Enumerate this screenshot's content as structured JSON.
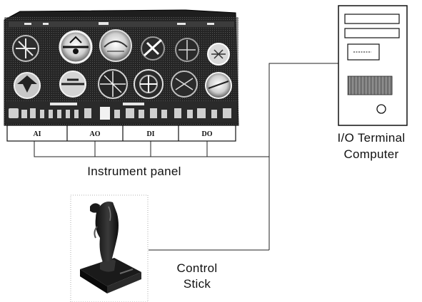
{
  "diagram": {
    "instrument_panel": {
      "label": "Instrument panel",
      "io_ports": [
        "AI",
        "AO",
        "DI",
        "DO"
      ]
    },
    "terminal": {
      "label_line1": "I/O Terminal",
      "label_line2": "Computer"
    },
    "control_stick": {
      "label_line1": "Control",
      "label_line2": "Stick"
    }
  }
}
